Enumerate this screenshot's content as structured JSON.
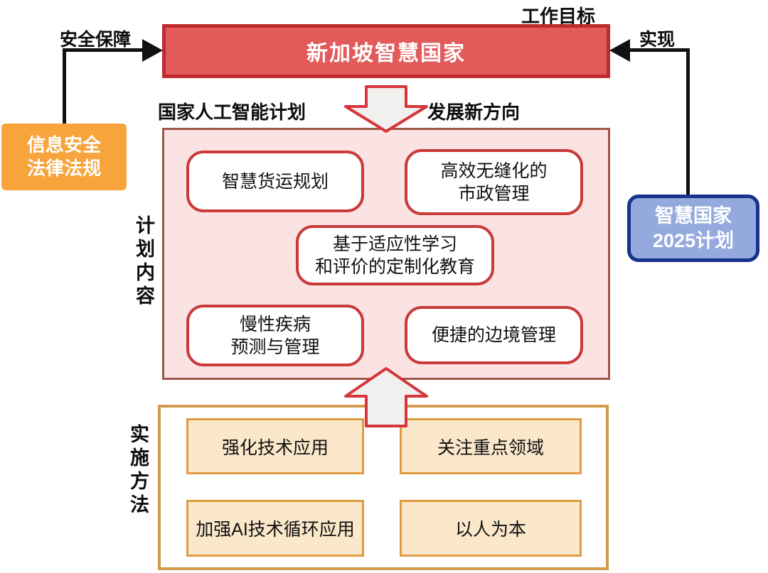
{
  "colors": {
    "main_box_fill": "#e25a5a",
    "main_box_border": "#be2a2e",
    "pink_container_fill": "#fbe3e3",
    "pink_container_border": "#a05648",
    "item_border_red": "#c93a3b",
    "orange_node_fill": "#f6a43b",
    "blue_node_fill": "#94a9dd",
    "blue_node_border": "#17328c",
    "bottom_container_border": "#d19a4f",
    "orange_item_fill": "#fbe8cb",
    "orange_item_border": "#de9b3f",
    "block_arrow_stroke": "#d6363b",
    "block_arrow_fill": "#f1f0ee",
    "connector_color": "#111111"
  },
  "top": {
    "goal_label": "工作目标",
    "main_box": "新加坡智慧国家"
  },
  "left_branch": {
    "arrow_label": "安全保障",
    "box": "信息安全\n法律法规"
  },
  "right_branch": {
    "arrow_label": "实现",
    "box": "智慧国家\n2025计划"
  },
  "plan": {
    "header_label": "国家人工智能计划",
    "arrow_label": "发展新方向",
    "side_label": "计划内容",
    "items": [
      {
        "label": "智慧货运规划"
      },
      {
        "label": "高效无缝化的\n市政管理"
      },
      {
        "label": "基于适应性学习\n和评价的定制化教育"
      },
      {
        "label": "慢性疾病\n预测与管理"
      },
      {
        "label": "便捷的边境管理"
      }
    ]
  },
  "implementation": {
    "side_label": "实施方法",
    "items": [
      {
        "label": "强化技术应用"
      },
      {
        "label": "关注重点领域"
      },
      {
        "label": "加强AI技术循环应用"
      },
      {
        "label": "以人为本"
      }
    ]
  }
}
